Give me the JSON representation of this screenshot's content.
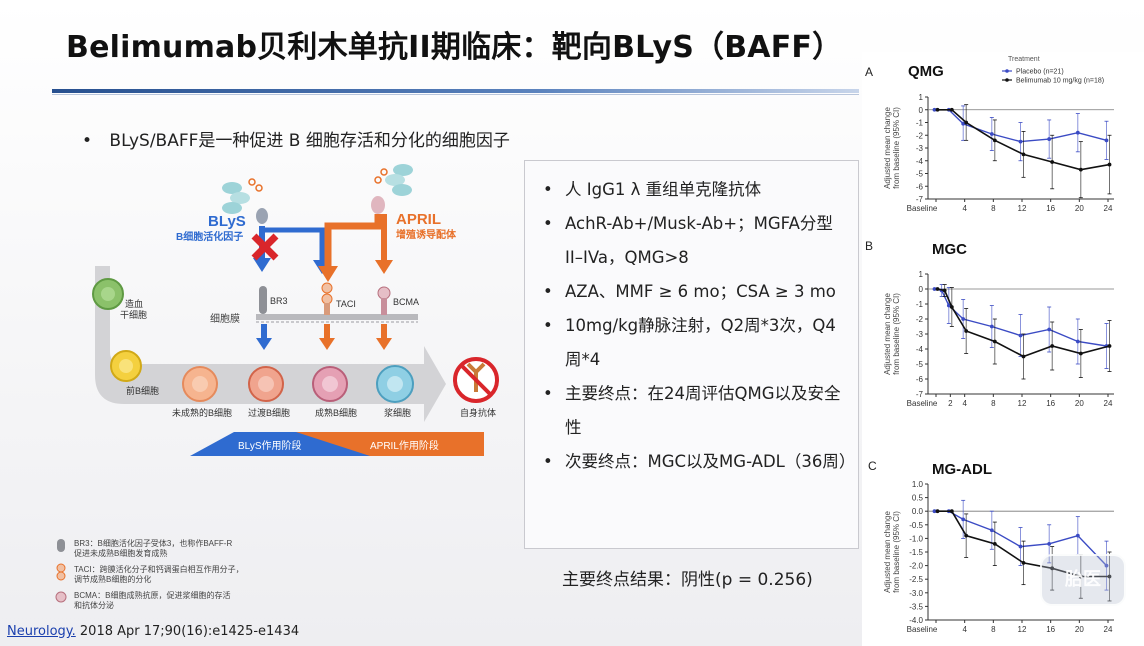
{
  "slide": {
    "title": "Belimumab贝利木单抗II期临床：靶向BLyS（BAFF）",
    "main_bullet": "BLyS/BAFF是一种促进 B 细胞存活和分化的细胞因子",
    "bullet_symbol": "•",
    "items": [
      "人 IgG1 λ 重组单克隆抗体",
      "AchR-Ab+/Musk-Ab+；MGFA分型 II–IVa，QMG>8",
      "AZA、MMF ≥ 6 mo；CSA ≥ 3 mo",
      "10mg/kg静脉注射，Q2周*3次，Q4周*4",
      "主要终点：在24周评估QMG以及安全性",
      "次要终点：MGC以及MG-ADL（36周）"
    ],
    "conclusion": "主要终点结果：阴性(p = 0.256)",
    "reference_link": "Neurology.",
    "reference_rest": " 2018 Apr 17;90(16):e1425-e1434"
  },
  "figure": {
    "blys_label": "BLyS",
    "blys_sub": "B细胞活化因子",
    "april_label": "APRIL",
    "april_sub": "增殖诱导配体",
    "receptors": [
      "BR3",
      "TACI",
      "BCMA"
    ],
    "membrane_label": "细胞膜",
    "stem_cell_label": "造血\n干细胞",
    "cells": [
      "前B细胞",
      "未成熟的B细胞",
      "过渡B细胞",
      "成熟B细胞",
      "浆细胞",
      "自身抗体"
    ],
    "stage_blys": "BLyS作用阶段",
    "stage_april": "APRIL作用阶段",
    "legend": [
      "BR3：B细胞活化因子受体3，也称作BAFF-R\n促进未成熟B细胞发育成熟",
      "TACI：跨膜活化分子和钙调蛋白相互作用分子，\n调节成熟B细胞的分化",
      "BCMA：B细胞成熟抗原，促进浆细胞的存活\n和抗体分泌"
    ],
    "colors": {
      "blys": "#2f6bd0",
      "april": "#e8712a",
      "block": "#d9262b"
    }
  },
  "watermark": "胎医",
  "chart_data": [
    {
      "type": "line",
      "panel": "A",
      "title": "QMG",
      "ylabel": "Adjusted mean change from baseline (95% CI)",
      "legend_title": "Treatment",
      "categories": [
        "Baseline",
        "4",
        "8",
        "12",
        "16",
        "20",
        "24"
      ],
      "ylim": [
        -7,
        1
      ],
      "yticks": [
        1,
        0,
        -1,
        -2,
        -3,
        -4,
        -5,
        -6,
        -7
      ],
      "series": [
        {
          "name": "Placebo (n=21)",
          "color": "#3b4bc4",
          "x": [
            0,
            2,
            4,
            8,
            12,
            16,
            20,
            24
          ],
          "values": [
            0,
            0,
            -1.1,
            -1.9,
            -2.5,
            -2.3,
            -1.8,
            -2.4
          ],
          "ci_low": [
            0,
            0,
            -2.4,
            -3.2,
            -4.0,
            -3.8,
            -3.3,
            -3.9
          ],
          "ci_high": [
            0,
            0,
            0.3,
            -0.6,
            -1.0,
            -0.8,
            -0.3,
            -0.9
          ]
        },
        {
          "name": "Belimumab 10 mg/kg (n=18)",
          "color": "#111111",
          "x": [
            0,
            2,
            4,
            8,
            12,
            16,
            20,
            24
          ],
          "values": [
            0,
            0,
            -1.0,
            -2.4,
            -3.5,
            -4.1,
            -4.7,
            -4.3
          ],
          "ci_low": [
            0,
            0,
            -2.4,
            -4.0,
            -5.3,
            -6.2,
            -6.9,
            -6.6
          ],
          "ci_high": [
            0,
            0,
            0.4,
            -0.8,
            -1.7,
            -2.0,
            -2.5,
            -2.0
          ]
        }
      ]
    },
    {
      "type": "line",
      "panel": "B",
      "title": "MGC",
      "ylabel": "Adjusted mean change from baseline (95% CI)",
      "categories": [
        "Baseline",
        "2",
        "4",
        "8",
        "12",
        "16",
        "20",
        "24"
      ],
      "ylim": [
        -7,
        1
      ],
      "yticks": [
        1,
        0,
        -1,
        -2,
        -3,
        -4,
        -5,
        -6,
        -7
      ],
      "series": [
        {
          "name": "Placebo (n=21)",
          "color": "#3b4bc4",
          "x": [
            0,
            1,
            2,
            4,
            8,
            12,
            16,
            20,
            24
          ],
          "values": [
            0,
            -0.1,
            -1.1,
            -2.0,
            -2.5,
            -3.1,
            -2.7,
            -3.5,
            -3.8
          ],
          "ci_low": [
            0,
            -0.5,
            -2.3,
            -3.3,
            -3.9,
            -4.5,
            -4.2,
            -5.0,
            -5.3
          ],
          "ci_high": [
            0,
            0.3,
            0.1,
            -0.7,
            -1.1,
            -1.7,
            -1.2,
            -2.0,
            -2.3
          ]
        },
        {
          "name": "Belimumab 10 mg/kg (n=18)",
          "color": "#111111",
          "x": [
            0,
            1,
            2,
            4,
            8,
            12,
            16,
            20,
            24
          ],
          "values": [
            0,
            -0.1,
            -1.2,
            -2.8,
            -3.5,
            -4.5,
            -3.8,
            -4.3,
            -3.8
          ],
          "ci_low": [
            0,
            -0.5,
            -2.5,
            -4.3,
            -5.0,
            -6.0,
            -5.4,
            -5.9,
            -5.5
          ],
          "ci_high": [
            0,
            0.3,
            0.1,
            -1.3,
            -2.0,
            -3.0,
            -2.2,
            -2.7,
            -2.1
          ]
        }
      ]
    },
    {
      "type": "line",
      "panel": "C",
      "title": "MG-ADL",
      "ylabel": "Adjusted mean change from baseline (95% CI)",
      "categories": [
        "Baseline",
        "4",
        "8",
        "12",
        "16",
        "20",
        "24"
      ],
      "ylim": [
        -4,
        1
      ],
      "yticks": [
        1.0,
        0.5,
        0,
        -0.5,
        -1.0,
        -1.5,
        -2.0,
        -2.5,
        -3.0,
        -3.5,
        -4.0
      ],
      "series": [
        {
          "name": "Placebo (n=21)",
          "color": "#3b4bc4",
          "x": [
            0,
            2,
            4,
            8,
            12,
            16,
            20,
            24
          ],
          "values": [
            0,
            0,
            -0.3,
            -0.7,
            -1.3,
            -1.2,
            -0.9,
            -2.0
          ],
          "ci_low": [
            0,
            0,
            -1.0,
            -1.4,
            -2.0,
            -1.9,
            -1.6,
            -2.9
          ],
          "ci_high": [
            0,
            0,
            0.4,
            0.0,
            -0.6,
            -0.5,
            -0.2,
            -1.1
          ]
        },
        {
          "name": "Belimumab 10 mg/kg (n=18)",
          "color": "#111111",
          "x": [
            0,
            2,
            4,
            8,
            12,
            16,
            20,
            24
          ],
          "values": [
            0,
            0,
            -0.9,
            -1.2,
            -1.9,
            -2.1,
            -2.4,
            -2.4
          ],
          "ci_low": [
            0,
            0,
            -1.7,
            -2.0,
            -2.7,
            -2.9,
            -3.2,
            -3.3
          ],
          "ci_high": [
            0,
            0,
            -0.1,
            -0.4,
            -1.1,
            -1.3,
            -1.6,
            -1.5
          ]
        }
      ]
    }
  ]
}
